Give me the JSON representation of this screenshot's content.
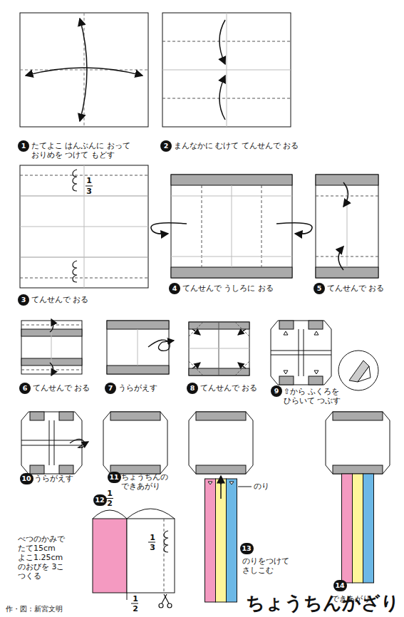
{
  "diagram": {
    "title": "ちょうちんかざり",
    "caption": "作・図：新宮文明",
    "nodes": [
      {
        "text": [
          "1"
        ]
      },
      {
        "text": [
          "2"
        ]
      },
      {
        "text": [
          "3"
        ]
      },
      {
        "text": [
          "4"
        ]
      },
      {
        "text": [
          "5"
        ]
      },
      {
        "text": [
          "6"
        ]
      },
      {
        "text": [
          "7"
        ]
      },
      {
        "text": [
          "8"
        ]
      },
      {
        "text": [
          "9"
        ]
      },
      {
        "text": [
          "10"
        ]
      },
      {
        "text": [
          "11"
        ]
      },
      {
        "text": [
          "12"
        ]
      },
      {
        "text": [
          "13"
        ]
      },
      {
        "text": [
          "14"
        ]
      }
    ],
    "labels": [
      "たてよこ はんぶんに おって おりめを つけて もどす",
      "まんなかに むけて てんせんで おる",
      "1",
      "3",
      "てんせんで おる",
      "てんせんで うしろに おる",
      "てんせんで おる",
      "てんせんで おる",
      "うらがえす",
      "てんせんで おる",
      "⇧から ふくろを ひらいて つぶす",
      "うらがえす",
      "ちょうちんの できあがり",
      "べつのかみで たて15cm よこ1.25cm のおびを 3こ つくる",
      "1",
      "2",
      "1",
      "3",
      "1",
      "2",
      "のり",
      "のりをつけて さしこむ",
      "できあがり"
    ]
  }
}
